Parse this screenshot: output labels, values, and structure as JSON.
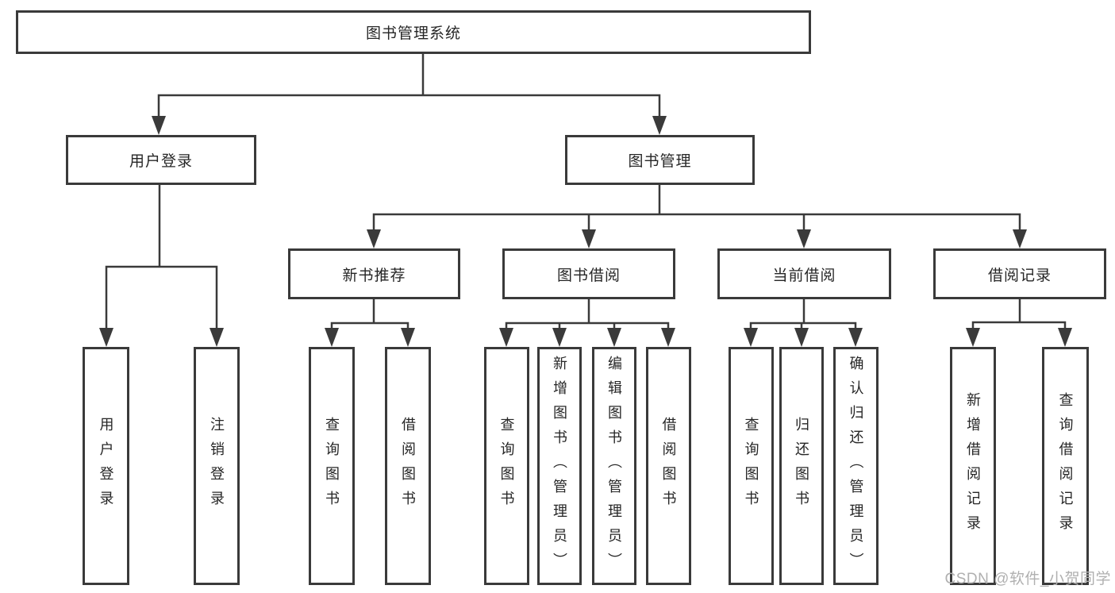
{
  "diagram": {
    "root": {
      "label": "图书管理系统"
    },
    "branches": {
      "user_login": {
        "label": "用户登录"
      },
      "book_management": {
        "label": "图书管理"
      }
    },
    "modules": {
      "new_book_recommend": {
        "label": "新书推荐"
      },
      "book_borrow": {
        "label": "图书借阅"
      },
      "current_borrow": {
        "label": "当前借阅"
      },
      "borrow_records": {
        "label": "借阅记录"
      }
    },
    "leaves": {
      "user_login": {
        "items": [
          "用户登录",
          "注销登录"
        ]
      },
      "new_book_recommend": {
        "items": [
          "查询图书",
          "借阅图书"
        ]
      },
      "book_borrow": {
        "items": [
          "查询图书",
          "新增图书（管理员）",
          "编辑图书（管理员）",
          "借阅图书"
        ]
      },
      "current_borrow": {
        "items": [
          "查询图书",
          "归还图书",
          "确认归还（管理员）"
        ]
      },
      "borrow_records": {
        "items": [
          "新增借阅记录",
          "查询借阅记录"
        ]
      }
    },
    "colors": {
      "line": "#3a3a3a",
      "border": "#3a3a3a",
      "text": "#262626",
      "background": "#ffffff",
      "watermark": "#b0b0b0"
    },
    "watermark": "CSDN @软件_小贺同学"
  }
}
